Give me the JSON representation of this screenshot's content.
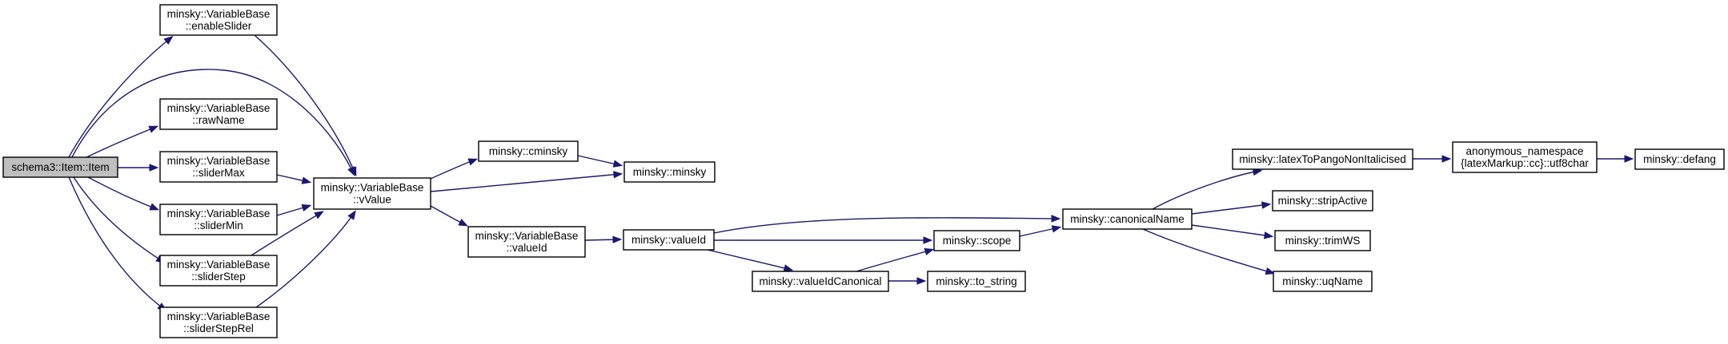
{
  "graph": {
    "colors": {
      "edge": "#191970",
      "root_fill": "#bfbfbf",
      "node_border": "#000000"
    },
    "nodes": [
      {
        "id": "schema3_item",
        "lines": [
          "schema3::Item::Item"
        ],
        "root": true
      },
      {
        "id": "enableSlider",
        "lines": [
          "minsky::VariableBase",
          "::enableSlider"
        ]
      },
      {
        "id": "rawName",
        "lines": [
          "minsky::VariableBase",
          "::rawName"
        ]
      },
      {
        "id": "sliderMax",
        "lines": [
          "minsky::VariableBase",
          "::sliderMax"
        ]
      },
      {
        "id": "sliderMin",
        "lines": [
          "minsky::VariableBase",
          "::sliderMin"
        ]
      },
      {
        "id": "sliderStep",
        "lines": [
          "minsky::VariableBase",
          "::sliderStep"
        ]
      },
      {
        "id": "sliderStepRel",
        "lines": [
          "minsky::VariableBase",
          "::sliderStepRel"
        ]
      },
      {
        "id": "vValue",
        "lines": [
          "minsky::VariableBase",
          "::vValue"
        ]
      },
      {
        "id": "cminsky",
        "lines": [
          "minsky::cminsky"
        ]
      },
      {
        "id": "minsky",
        "lines": [
          "minsky::minsky"
        ]
      },
      {
        "id": "vb_valueId",
        "lines": [
          "minsky::VariableBase",
          "::valueId"
        ]
      },
      {
        "id": "valueId",
        "lines": [
          "minsky::valueId"
        ]
      },
      {
        "id": "valueIdCanonical",
        "lines": [
          "minsky::valueIdCanonical"
        ]
      },
      {
        "id": "scope",
        "lines": [
          "minsky::scope"
        ]
      },
      {
        "id": "to_string",
        "lines": [
          "minsky::to_string"
        ]
      },
      {
        "id": "canonicalName",
        "lines": [
          "minsky::canonicalName"
        ]
      },
      {
        "id": "latexToPango",
        "lines": [
          "minsky::latexToPangoNonItalicised"
        ]
      },
      {
        "id": "stripActive",
        "lines": [
          "minsky::stripActive"
        ]
      },
      {
        "id": "trimWS",
        "lines": [
          "minsky::trimWS"
        ]
      },
      {
        "id": "uqName",
        "lines": [
          "minsky::uqName"
        ]
      },
      {
        "id": "utf8char",
        "lines": [
          "anonymous_namespace",
          "{latexMarkup::cc}::utf8char"
        ]
      },
      {
        "id": "defang",
        "lines": [
          "minsky::defang"
        ]
      }
    ],
    "edges": [
      [
        "schema3_item",
        "enableSlider"
      ],
      [
        "schema3_item",
        "vValue"
      ],
      [
        "schema3_item",
        "rawName"
      ],
      [
        "schema3_item",
        "sliderMax"
      ],
      [
        "schema3_item",
        "sliderMin"
      ],
      [
        "schema3_item",
        "sliderStep"
      ],
      [
        "schema3_item",
        "sliderStepRel"
      ],
      [
        "enableSlider",
        "vValue"
      ],
      [
        "sliderMax",
        "vValue"
      ],
      [
        "sliderMin",
        "vValue"
      ],
      [
        "sliderStep",
        "vValue"
      ],
      [
        "sliderStepRel",
        "vValue"
      ],
      [
        "vValue",
        "cminsky"
      ],
      [
        "vValue",
        "minsky"
      ],
      [
        "vValue",
        "vb_valueId"
      ],
      [
        "cminsky",
        "minsky"
      ],
      [
        "vb_valueId",
        "valueId"
      ],
      [
        "valueId",
        "canonicalName"
      ],
      [
        "valueId",
        "scope"
      ],
      [
        "valueId",
        "valueIdCanonical"
      ],
      [
        "valueIdCanonical",
        "scope"
      ],
      [
        "valueIdCanonical",
        "to_string"
      ],
      [
        "scope",
        "canonicalName"
      ],
      [
        "canonicalName",
        "latexToPango"
      ],
      [
        "canonicalName",
        "stripActive"
      ],
      [
        "canonicalName",
        "trimWS"
      ],
      [
        "canonicalName",
        "uqName"
      ],
      [
        "latexToPango",
        "utf8char"
      ],
      [
        "utf8char",
        "defang"
      ]
    ]
  }
}
